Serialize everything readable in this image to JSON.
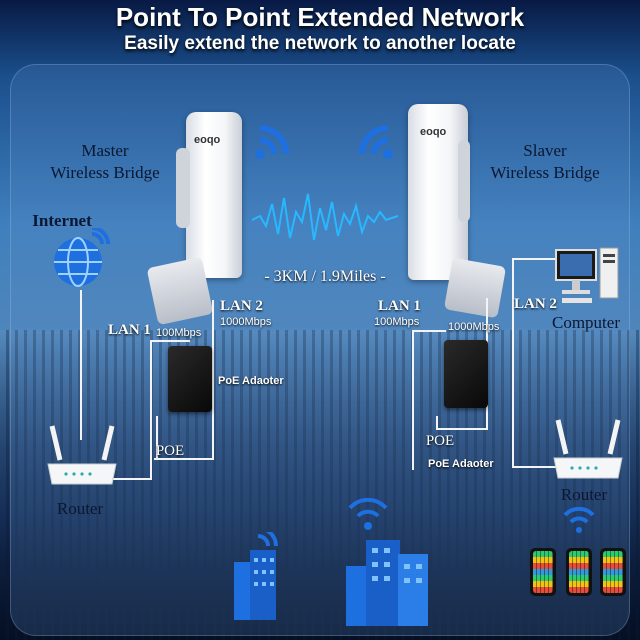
{
  "title": "Point To Point Extended Network",
  "subtitle": "Easily extend the network to another locate",
  "master": {
    "line1": "Master",
    "line2": "Wireless Bridge",
    "brand": "eoqo"
  },
  "slaver": {
    "line1": "Slaver",
    "line2": "Wireless Bridge",
    "brand": "eoqo"
  },
  "distance": "- 3KM / 1.9Miles -",
  "left": {
    "internet": "Internet",
    "lan1": "LAN 1",
    "lan1_speed": "100Mbps",
    "lan2": "LAN 2",
    "lan2_speed": "1000Mbps",
    "poe_adapter": "PoE Adaoter",
    "poe": "POE",
    "router": "Router"
  },
  "right": {
    "lan1": "LAN 1",
    "lan1_speed": "100Mbps",
    "lan2": "LAN 2",
    "lan2_speed": "1000Mbps",
    "computer": "Computer",
    "poe": "POE",
    "poe_adapter": "PoE Adaoter",
    "router": "Router"
  },
  "colors": {
    "wifi": "#1e6fe0",
    "signal": "#28b8ff",
    "accent": "#ffffff"
  }
}
